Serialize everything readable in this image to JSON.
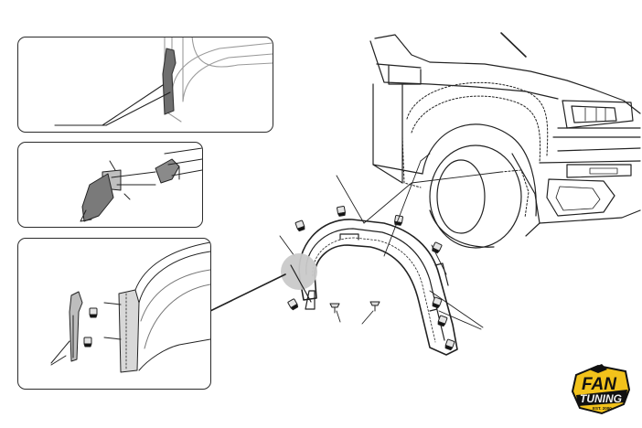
{
  "logo": {
    "word1": "FAN",
    "word2": "TUNING",
    "sub": "EST. 2000",
    "colors": {
      "yellow": "#f2c21b",
      "black": "#111111",
      "white": "#ffffff"
    }
  },
  "colors": {
    "line": "#222222",
    "detail_gray": "#9a9a9a",
    "callout_fill": "#c9c9c9",
    "panel_border": "#2b2b2b"
  }
}
